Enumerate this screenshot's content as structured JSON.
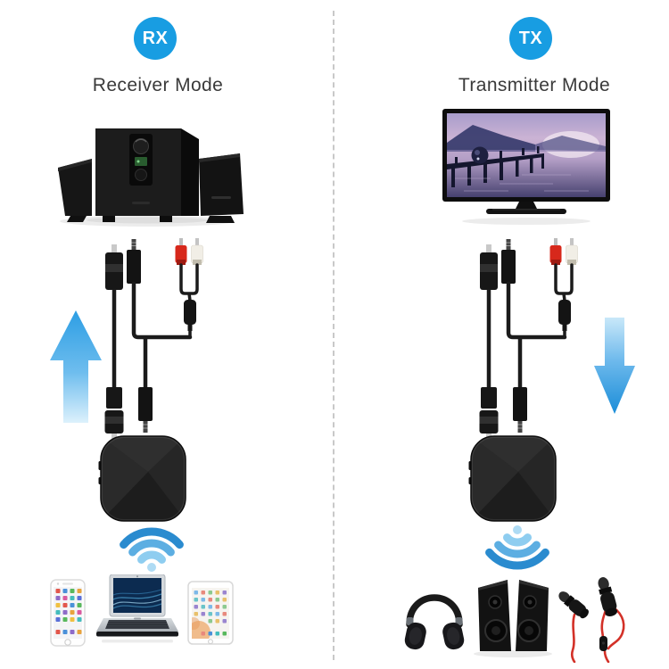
{
  "header": {
    "left": {
      "badge": "RX",
      "title": "Receiver Mode"
    },
    "right": {
      "badge": "TX",
      "title": "Transmitter Mode"
    }
  },
  "colors": {
    "badge_blue": "#189de2",
    "arrow_blue_dark": "#1b8dd8",
    "arrow_blue_light": "#ddf1fc",
    "wifi_blue": "#2a8bcf",
    "divider_gray": "#c9c9c9",
    "rca_red": "#d7281b",
    "rca_white": "#f1eee6",
    "earbud_cable_red": "#d33128",
    "background": "#ffffff"
  },
  "left_panel": {
    "mode": "receiver",
    "source_device": "2.1-speaker-system",
    "cables": [
      "toslink-optical-cable",
      "aux-3.5mm-cable",
      "rca-stereo-adapter"
    ],
    "flow_arrow": "up",
    "device": "bluetooth-audio-adapter",
    "signal": "wireless-waves-upward",
    "endpoint_devices": [
      "smartphone",
      "laptop",
      "tablet"
    ]
  },
  "right_panel": {
    "mode": "transmitter",
    "source_device": "television",
    "cables": [
      "toslink-optical-cable",
      "aux-3.5mm-cable",
      "rca-stereo-adapter"
    ],
    "flow_arrow": "down",
    "device": "bluetooth-audio-adapter",
    "signal": "wireless-waves-downward",
    "endpoint_devices": [
      "headphones",
      "bookshelf-speakers",
      "earbuds"
    ]
  }
}
